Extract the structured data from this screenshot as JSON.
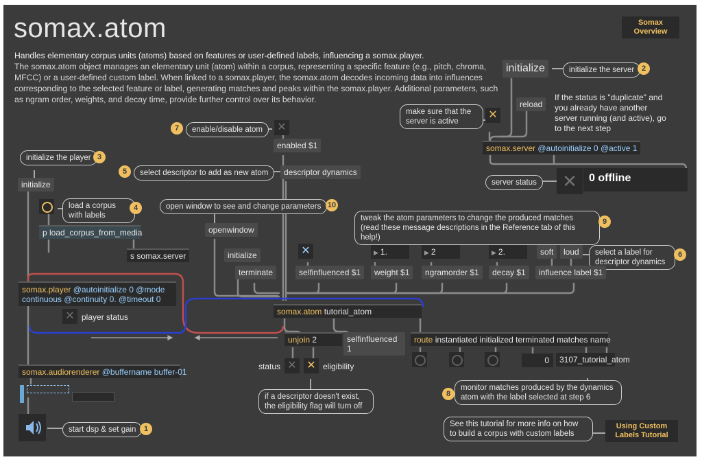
{
  "title": "somax.atom",
  "description": {
    "lead": "Handles elementary corpus units (atoms) based on features or user-defined labels, influencing a somax.player.",
    "body": "The somax.atom object manages an elementary unit (atom) within a corpus, representing a specific feature (e.g., pitch, chroma, MFCC) or a user-defined custom label. When linked to a somax.player, the somax.atom decodes incoming data into influences corresponding to the selected feature or label, generating matches and peaks within the somax.player. Additional parameters, such as ngram order, weights, and decay time, provide further control over its behavior."
  },
  "links": {
    "overview": "Somax Overview",
    "custom_labels": "Using Custom Labels Tutorial"
  },
  "server": {
    "initialize_msg": "initialize",
    "initialize_comment": "initialize the server",
    "step": "2",
    "reload_msg": "reload",
    "active_comment": "make sure that the server is active",
    "duplicate_note": "If the status is \"duplicate\" and you already have another server running (and active), go to the next step",
    "object_name": "somax.server",
    "object_args": "@autoinitialize 0 @active 1",
    "status_comment": "server status",
    "status_value": "0 offline"
  },
  "player": {
    "init_comment": "initialize the player",
    "init_step": "3",
    "init_msg": "initialize",
    "load_comment": "load a corpus with labels",
    "load_step": "4",
    "load_obj": "p load_corpus_from_media",
    "send_obj": "s somax.server",
    "object_name": "somax.player",
    "object_args": "@autoinitialize 0 @mode continuous @continuity 0. @timeout 0",
    "status_label": "player status",
    "renderer_name": "somax.audiorenderer",
    "renderer_args": "@buffername buffer-01",
    "dsp_comment": "start dsp & set gain",
    "dsp_step": "1"
  },
  "atom": {
    "enable_comment": "enable/disable atom",
    "enable_step": "7",
    "enabled_msg": "enabled $1",
    "descriptor_comment": "select descriptor to add as new atom",
    "descriptor_step": "5",
    "descriptor_msg": "descriptor dynamics",
    "openwindow_comment": "open window to see and change parameters",
    "openwindow_step": "10",
    "openwindow_msg": "openwindow",
    "tweak_comment": "tweak the atom parameters to change the produced matches (read these message descriptions in the Reference tab of this help!)",
    "tweak_step": "9",
    "initialize_msg": "initialize",
    "terminate_msg": "terminate",
    "selfinfluenced_msg": "selfinfluenced $1",
    "weight_value": "1.",
    "weight_msg": "weight $1",
    "ngram_value": "2",
    "ngram_msg": "ngramorder $1",
    "decay_value": "2.",
    "decay_msg": "decay $1",
    "soft_msg": "soft",
    "loud_msg": "loud",
    "label_comment": "select a label for descriptor dynamics",
    "label_step": "6",
    "influence_msg": "influence label $1",
    "object_name": "somax.atom",
    "object_args": "tutorial_atom",
    "unjoin_name": "unjoin",
    "unjoin_args": "2",
    "selfinfluenced_out": "selfinfluenced 1",
    "route_name": "route",
    "route_args": "instantiated initialized terminated matches name",
    "status_label": "status",
    "eligibility_label": "eligibility",
    "eligibility_note": "if a descriptor doesn't exist, the eligibility flag will turn off",
    "match_count": "0",
    "name_out": "3107_tutorial_atom",
    "monitor_comment": "monitor matches produced by the dynamics atom with the label selected at step 6",
    "monitor_step": "8",
    "tutorial_comment": "See this tutorial for more info on how to build a corpus with custom labels"
  },
  "colors": {
    "background": "#3b3b3b",
    "object": "#2a2a2a",
    "accent": "#f0c060",
    "attribute": "#9ad0ff",
    "wire_red": "#c0504d",
    "wire_blue": "#2a3fd0"
  }
}
